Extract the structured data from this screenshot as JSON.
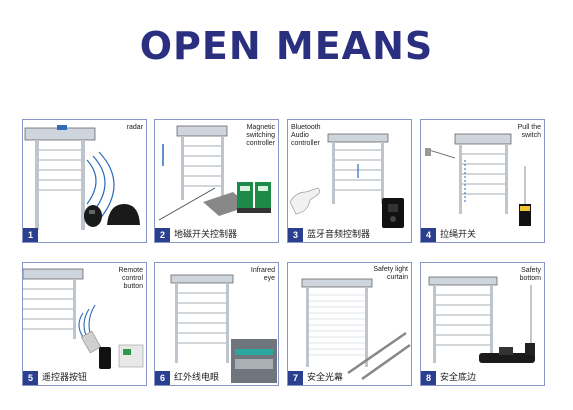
{
  "title": "OPEN MEANS",
  "panels": [
    {
      "number": "1",
      "caption": "",
      "label": "radar"
    },
    {
      "number": "2",
      "caption": "地磁开关控制器",
      "label": "Magnetic switching controller"
    },
    {
      "number": "3",
      "caption": "蓝牙音频控制器",
      "label": "Bluetooth Audio controller"
    },
    {
      "number": "4",
      "caption": "拉绳开关",
      "label": "Pull the switch"
    },
    {
      "number": "5",
      "caption": "遥控器按钮",
      "label": "Remote control button"
    },
    {
      "number": "6",
      "caption": "红外线电眼",
      "label": "Infrared eye"
    },
    {
      "number": "7",
      "caption": "安全光幕",
      "label": "Safety light curtain"
    },
    {
      "number": "8",
      "caption": "安全底边",
      "label": "Safety bottom"
    }
  ],
  "colors": {
    "title": "#2b2f80",
    "badge": "#2b3f8f",
    "border": "#8a95c8"
  }
}
